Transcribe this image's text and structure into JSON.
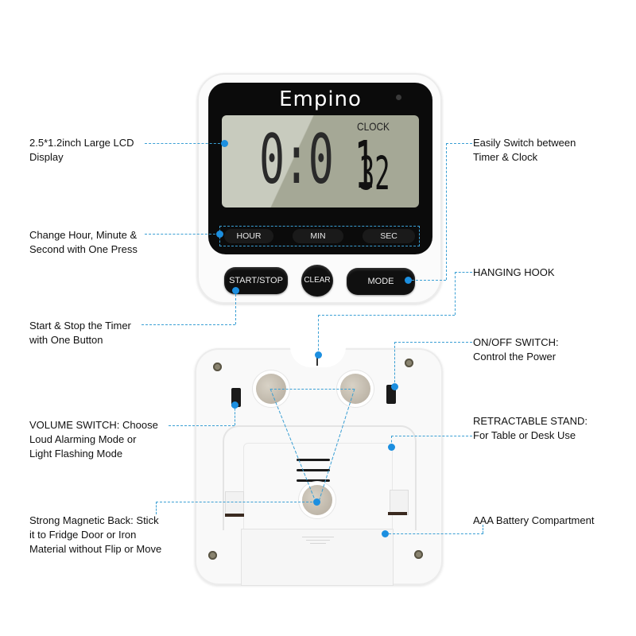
{
  "product": {
    "brand": "Empino",
    "type": "digital kitchen timer",
    "colors": {
      "body": "#fbfbfb",
      "bezel": "#0b0b0b",
      "lcd_light": "#c8cbbe",
      "lcd_dark": "#a5a896",
      "callout": "#1c8fe0",
      "leader_line": "#3a9fd4"
    }
  },
  "front": {
    "display": {
      "mode_label": "CLOCK",
      "main_digits": "0:0",
      "minute_digit": "1",
      "seconds_digits": "32"
    },
    "soft_keys": [
      {
        "label": "HOUR"
      },
      {
        "label": "MIN"
      },
      {
        "label": "SEC"
      }
    ],
    "buttons": {
      "start_stop": "START/STOP",
      "clear": "CLEAR",
      "mode": "MODE"
    }
  },
  "callouts": {
    "lcd": {
      "line1": "2.5*1.2inch Large LCD",
      "line2": "Display"
    },
    "keys": {
      "line1": "Change Hour, Minute &",
      "line2": "Second with One Press"
    },
    "start_stop": {
      "line1": "Start & Stop the Timer",
      "line2": "with One Button"
    },
    "volume": {
      "line1": "VOLUME SWITCH: Choose",
      "line2": "Loud Alarming Mode or",
      "line3": "Light Flashing Mode"
    },
    "magnet": {
      "line1": "Strong Magnetic Back: Stick",
      "line2": "it to Fridge Door or Iron",
      "line3": "Material without Flip or Move"
    },
    "mode_switch": {
      "line1": "Easily Switch between",
      "line2": "Timer & Clock"
    },
    "hook": {
      "line1": "HANGING HOOK"
    },
    "power": {
      "line1": "ON/OFF SWITCH:",
      "line2": "Control the Power"
    },
    "stand": {
      "line1": "RETRACTABLE STAND:",
      "line2": "For Table or Desk Use"
    },
    "battery": {
      "line1": "AAA Battery Compartment"
    }
  }
}
